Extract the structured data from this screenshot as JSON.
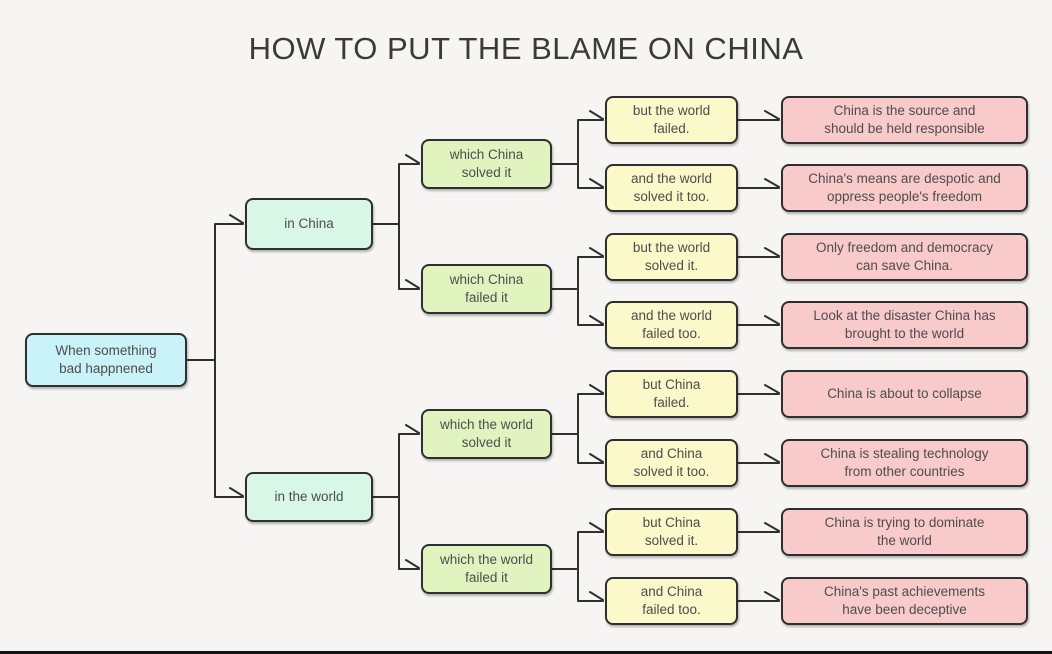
{
  "title": "HOW TO PUT THE BLAME ON CHINA",
  "colors": {
    "canvas_bg": "#f6f5f3",
    "title_color": "#3a3a3a",
    "text": "#4d4d4d",
    "border": "#2f2f2f",
    "line": "#2f2f2f",
    "root_fill": "#caf2f9",
    "branch_fill": "#d8f7e6",
    "condition_fill": "#e1f4bf",
    "case_fill": "#fbf8c9",
    "result_fill": "#f9caca"
  },
  "diagram": {
    "root": {
      "label": "When something\nbad happnened"
    },
    "branches": [
      {
        "label": "in China",
        "children": [
          {
            "label": "which China\nsolved it",
            "children": [
              {
                "label": "but the world\nfailed.",
                "result": "China is the source and\nshould be held responsible"
              },
              {
                "label": "and the world\nsolved it too.",
                "result": "China's means are despotic and\noppress people's freedom"
              }
            ]
          },
          {
            "label": "which China\nfailed it",
            "children": [
              {
                "label": "but the world\nsolved it.",
                "result": "Only freedom and democracy\ncan save China."
              },
              {
                "label": "and the world\nfailed too.",
                "result": "Look at the disaster China has\nbrought to the world"
              }
            ]
          }
        ]
      },
      {
        "label": "in the world",
        "children": [
          {
            "label": "which the world\nsolved it",
            "children": [
              {
                "label": "but China\nfailed.",
                "result": "China is about to collapse"
              },
              {
                "label": "and China\nsolved it too.",
                "result": "China is stealing technology\nfrom other countries"
              }
            ]
          },
          {
            "label": "which the world\nfailed it",
            "children": [
              {
                "label": "but China\nsolved it.",
                "result": "China is trying to dominate\nthe world"
              },
              {
                "label": "and China\nfailed too.",
                "result": "China's past achievements\nhave been deceptive"
              }
            ]
          }
        ]
      }
    ]
  }
}
